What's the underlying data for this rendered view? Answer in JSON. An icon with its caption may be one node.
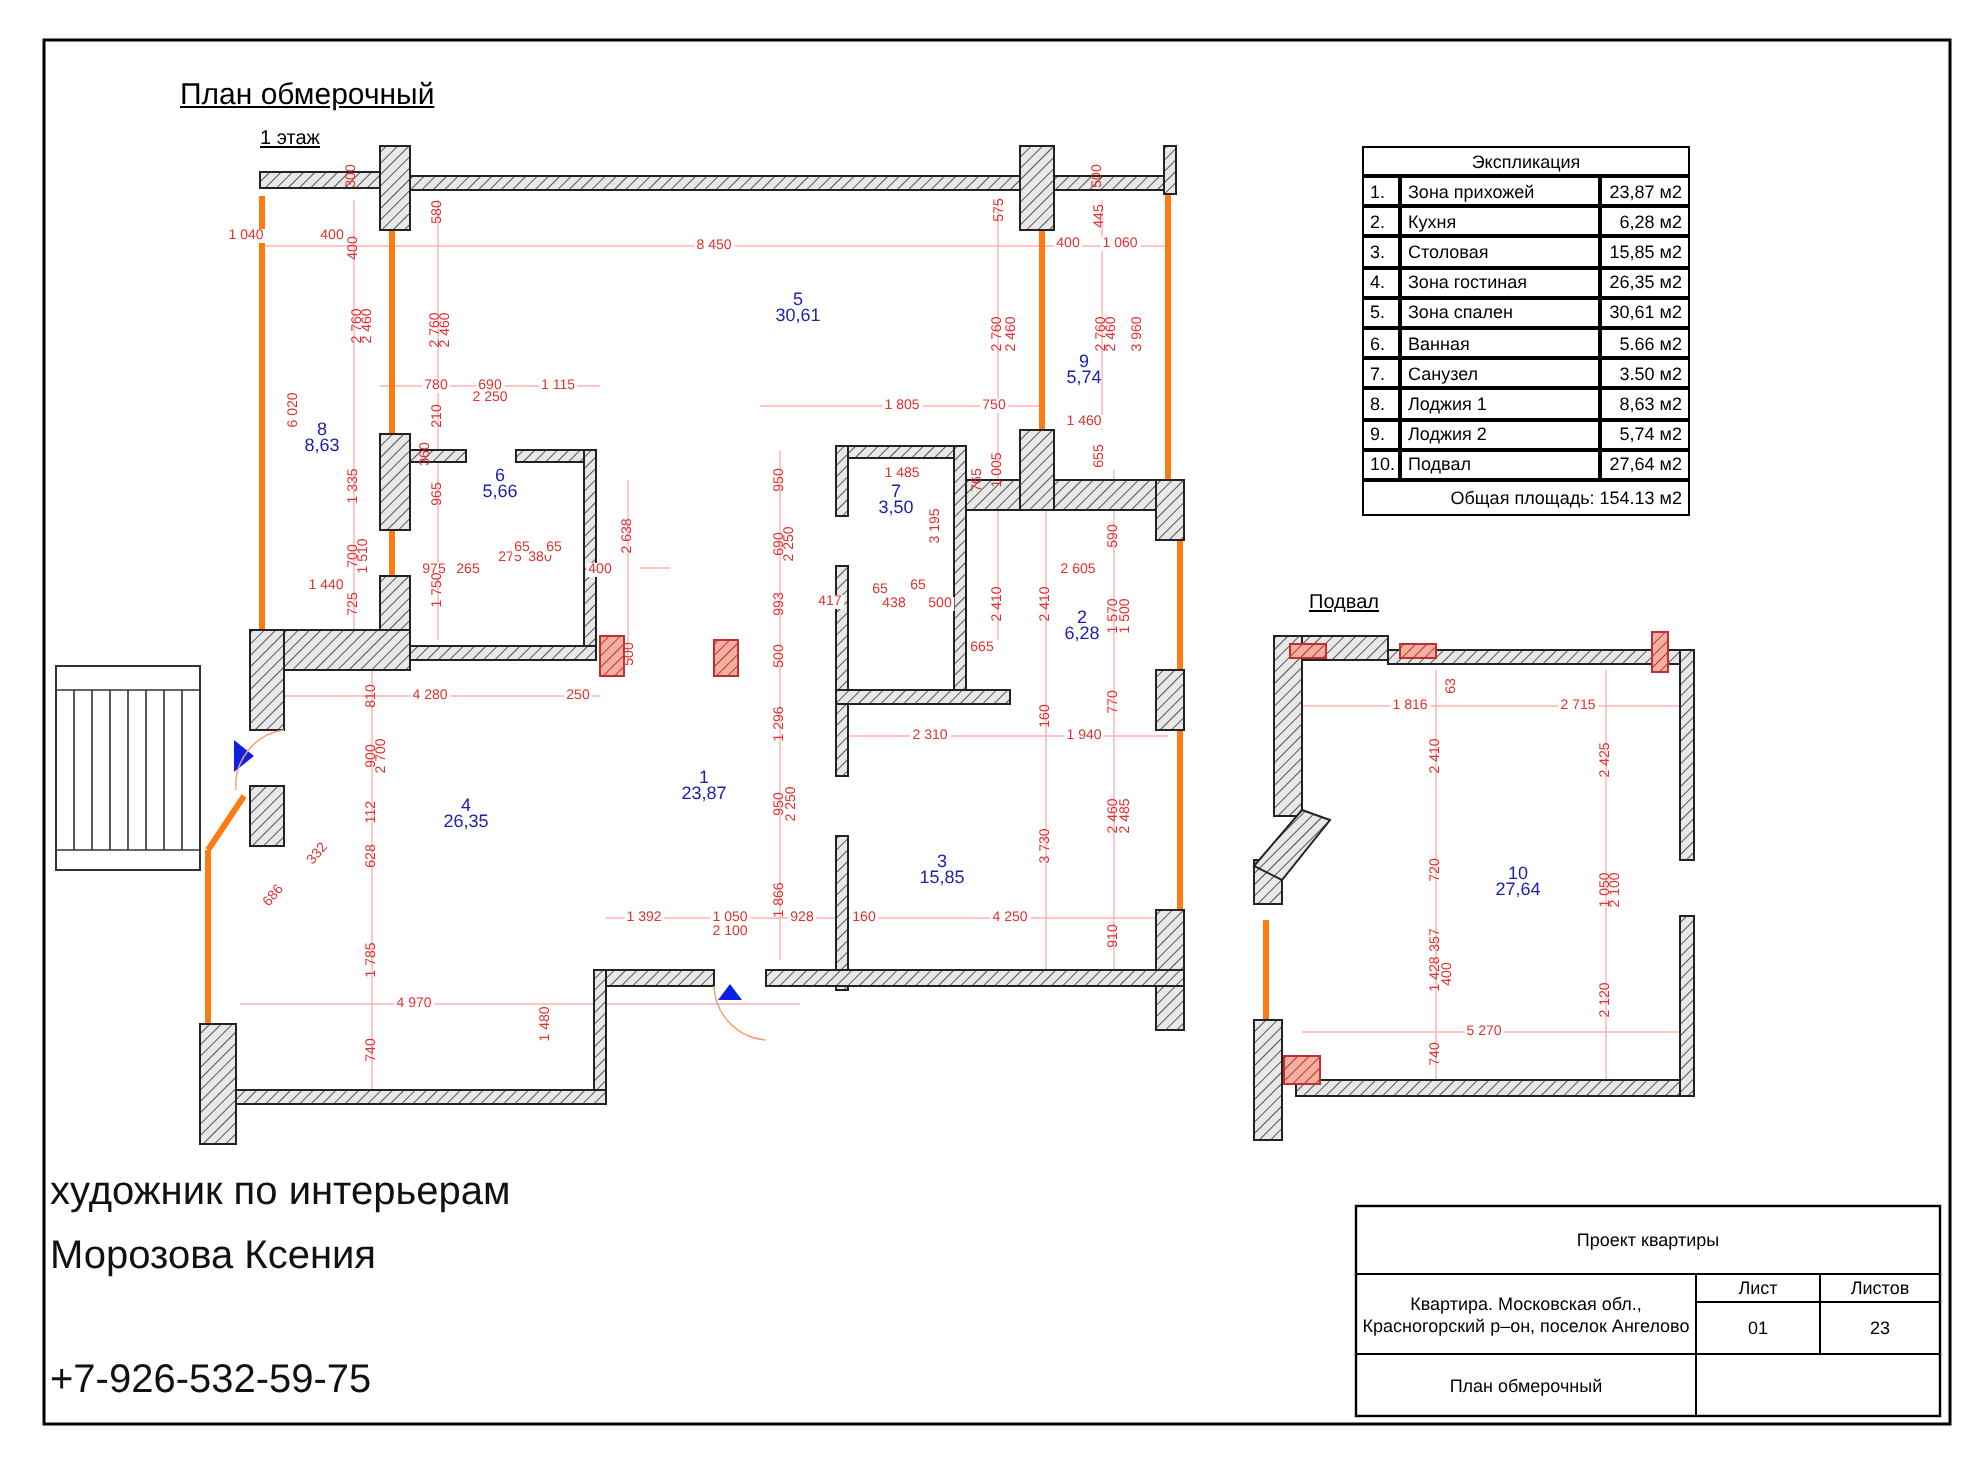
{
  "diagram": {
    "title": "План обмерочный",
    "labels": [
      "1 этаж",
      "Экспликация",
      "1.",
      "Зона прихожей",
      "23,87 м2",
      "2.",
      "Кухня",
      "6,28 м2",
      "3.",
      "Столовая",
      "15,85 м2",
      "4.",
      "Зона гостиная",
      "26,35 м2",
      "5.",
      "Зона спален",
      "30,61 м2",
      "6.",
      "Ванная",
      "5.66 м2",
      "7.",
      "Санузел",
      "3.50 м2",
      "8.",
      "Лоджия 1",
      "8,63 м2",
      "9.",
      "Лоджия 2",
      "5,74 м2",
      "10.",
      "Подвал",
      "27,64 м2",
      "Общая площадь: 154.13 м2",
      "300",
      "580",
      "575",
      "500",
      "445",
      "1 040",
      "400",
      "400",
      "8 450",
      "400",
      "1 060",
      "5",
      "30,61",
      "2 760",
      "2 460",
      "2 760",
      "2 460",
      "2 760",
      "2 460",
      "2 760",
      "2 460",
      "3 960",
      "9",
      "5,74",
      "780",
      "690",
      "2 250",
      "1 115",
      "1 805",
      "750",
      "6 020",
      "210",
      "1 460",
      "8",
      "8,63",
      "360",
      "655",
      "6",
      "950",
      "1 485",
      "765",
      "1 005",
      "1 335",
      "965",
      "5,66",
      "7",
      "3,50",
      "2 638",
      "690",
      "2 250",
      "3 195",
      "590",
      "700",
      "1 510",
      "275",
      "65",
      "380",
      "65",
      "975",
      "265",
      "400",
      "2 605",
      "1 440",
      "1 750",
      "65",
      "65",
      "417",
      "438",
      "500",
      "725",
      "993",
      "2 410",
      "2 410",
      "1 570",
      "1 500",
      "2",
      "6,28",
      "665",
      "500",
      "500",
      "810",
      "4 280",
      "250",
      "770",
      "160",
      "1 296",
      "2 310",
      "1 940",
      "900",
      "2 700",
      "1",
      "23,87",
      "950",
      "2 250",
      "4",
      "26,35",
      "112",
      "2 460",
      "2 485",
      "3 730",
      "332",
      "628",
      "3",
      "15,85",
      "686",
      "1 866",
      "1 392",
      "1 050",
      "928",
      "160",
      "4 250",
      "2 100",
      "910",
      "1 785",
      "4 970",
      "1 480",
      "740",
      "Подвал",
      "63",
      "1 816",
      "2 715",
      "2 410",
      "2 425",
      "720",
      "10",
      "27,64",
      "1 050",
      "2 100",
      "357",
      "1 428",
      "400",
      "2 120",
      "5 270",
      "740",
      "художник по интерьерам",
      "Морозова Ксения",
      "+7-926-532-59-75",
      "Проект квартиры",
      "Лист",
      "Листов",
      "Квартира. Московская обл., Красногорский р–он, поселок Ангелово",
      "01",
      "23",
      "План обмерочный"
    ]
  }
}
